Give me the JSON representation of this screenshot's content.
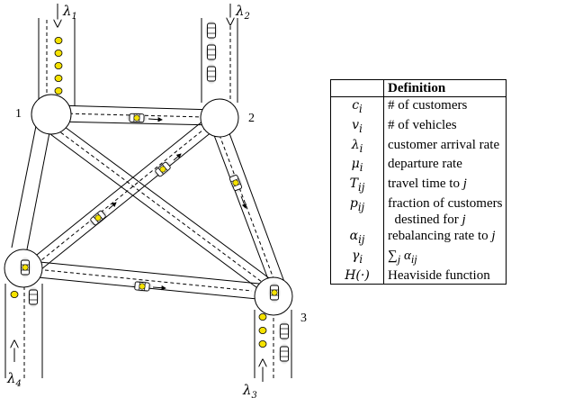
{
  "diagram": {
    "nodes": [
      {
        "id": "1",
        "label": "1"
      },
      {
        "id": "2",
        "label": "2"
      },
      {
        "id": "3",
        "label": "3"
      },
      {
        "id": "4",
        "label": ""
      }
    ],
    "arrival_labels": [
      {
        "node": "1",
        "text": "λ1"
      },
      {
        "node": "2",
        "text": "λ2"
      },
      {
        "node": "3",
        "text": "λ3"
      },
      {
        "node": "4",
        "text": "λ4"
      }
    ]
  },
  "table": {
    "header": {
      "symbol": "",
      "definition": "Definition"
    },
    "rows": [
      {
        "symbol": "c_i",
        "definition": "# of customers"
      },
      {
        "symbol": "v_i",
        "definition": "# of vehicles"
      },
      {
        "symbol": "λ_i",
        "definition": "customer arrival rate"
      },
      {
        "symbol": "μ_i",
        "definition": "departure rate"
      },
      {
        "symbol": "T_ij",
        "definition": "travel time to j"
      },
      {
        "symbol": "p_ij",
        "definition": "fraction of customers destined for j"
      },
      {
        "symbol": "α_ij",
        "definition": "rebalancing rate to j"
      },
      {
        "symbol": "γ_i",
        "definition": "∑_j α_ij"
      },
      {
        "symbol": "H(·)",
        "definition": "Heaviside function"
      }
    ]
  }
}
